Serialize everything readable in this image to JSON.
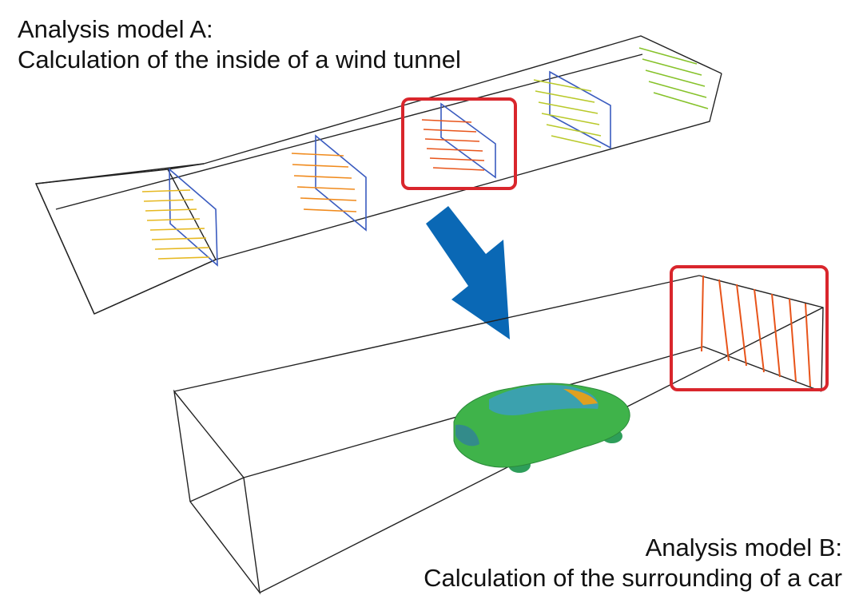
{
  "model_a": {
    "title": "Analysis model A:",
    "subtitle": "Calculation of the inside of a wind tunnel"
  },
  "model_b": {
    "title": "Analysis model B:",
    "subtitle": "Calculation of the surrounding of a car"
  },
  "colors": {
    "outline": "#222222",
    "section_plane": "#3a5bbf",
    "highlight_box": "#d9262c",
    "flow_arrow": "#0a68b5",
    "vector_slow": "#e6b820",
    "vector_mid": "#f08a1c",
    "vector_fast": "#e8541a",
    "vector_low": "#86c22a",
    "car_body": "#3fb34a"
  },
  "icons": {
    "transfer": "down-right-arrow-icon",
    "vehicle": "car-model-icon"
  }
}
